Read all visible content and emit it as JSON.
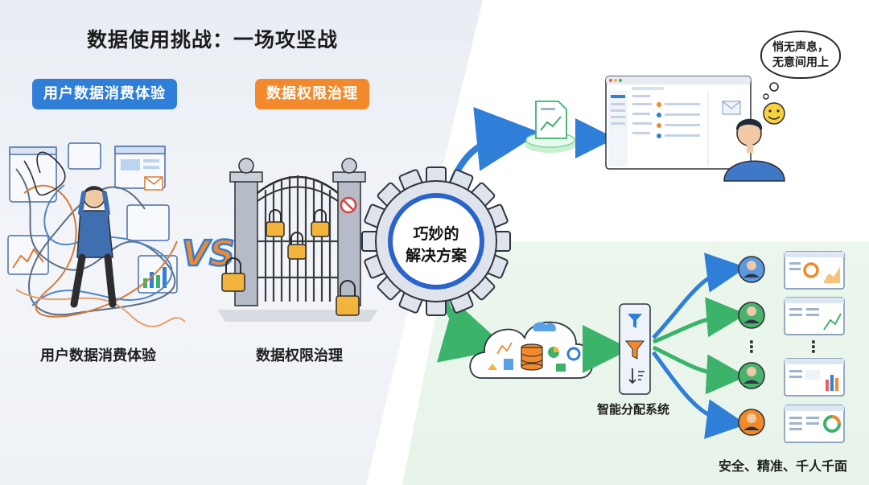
{
  "title": "数据使用挑战：一场攻坚战",
  "left": {
    "pill_experience": "用户数据消费体验",
    "pill_governance": "数据权限治理",
    "vs_text": "VS",
    "caption_experience": "用户数据消费体验",
    "caption_governance": "数据权限治理"
  },
  "center": {
    "gear_line1": "巧妙的",
    "gear_line2": "解决方案"
  },
  "top_right": {
    "bubble_line1": "悄无声息，",
    "bubble_line2": "无意间用上"
  },
  "bottom_right": {
    "system_label": "智能分配系统",
    "result_label": "安全、精准、千人千面",
    "ellipsis": "⋮"
  },
  "colors": {
    "blue": "#2f7ed8",
    "orange": "#f28a2c",
    "green": "#3bb36a",
    "gear_blue": "#2a63c9"
  }
}
